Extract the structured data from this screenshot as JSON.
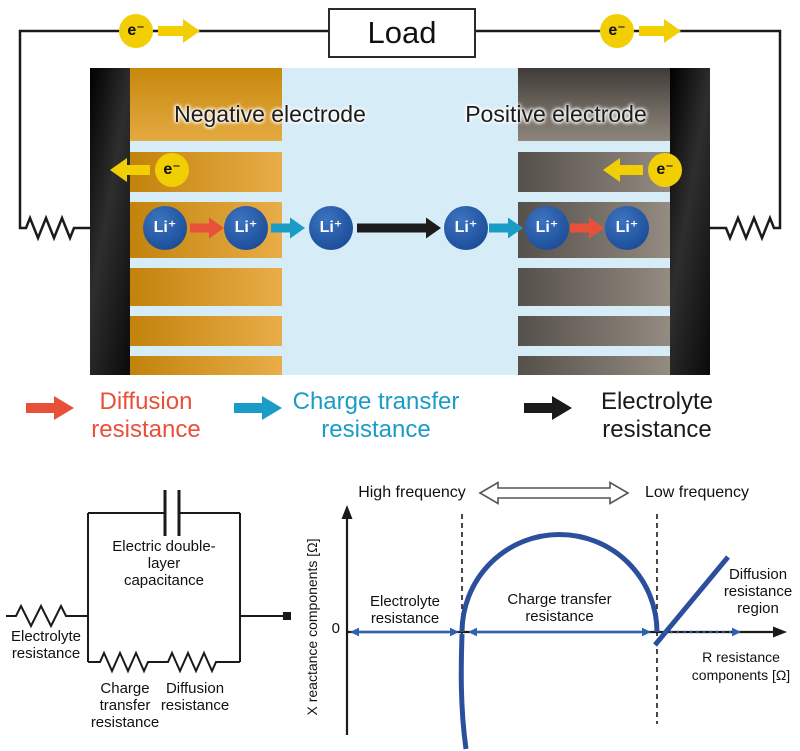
{
  "battery": {
    "load_label": "Load",
    "electron_label": "e⁻",
    "ion_label": "Li⁺",
    "negative_electrode_label": "Negative electrode",
    "positive_electrode_label": "Positive electrode"
  },
  "legend": {
    "items": [
      {
        "label": "Diffusion resistance",
        "color": "#e8503a"
      },
      {
        "label": "Charge transfer resistance",
        "color": "#1a9cc7"
      },
      {
        "label": "Electrolyte resistance",
        "color": "#1a1a1a"
      }
    ]
  },
  "circuit": {
    "electrolyte_resistance_label": "Electrolyte resistance",
    "capacitance_label": "Electric double-layer capacitance",
    "charge_transfer_label": "Charge transfer resistance",
    "diffusion_label": "Diffusion resistance"
  },
  "plot": {
    "high_frequency_label": "High frequency",
    "low_frequency_label": "Low frequency",
    "origin_label": "0",
    "y_axis_label": "X reactance components [Ω]",
    "x_axis_label": "R resistance components [Ω]",
    "electrolyte_region_label": "Electrolyte resistance",
    "charge_transfer_region_label": "Charge transfer resistance",
    "diffusion_region_label": "Diffusion resistance region"
  },
  "colors": {
    "electron_yellow": "#f2cf05",
    "electrolyte_blue": "#d6ecf7",
    "ion_blue": "#2457a4",
    "negative_electrode_orange": "#d9981b",
    "positive_electrode_gray": "#6e675f",
    "diffusion_red": "#e8503a",
    "charge_transfer_cyan": "#1a9cc7",
    "electrolyte_black": "#1a1a1a",
    "nyquist_blue": "#2b4f9c"
  }
}
